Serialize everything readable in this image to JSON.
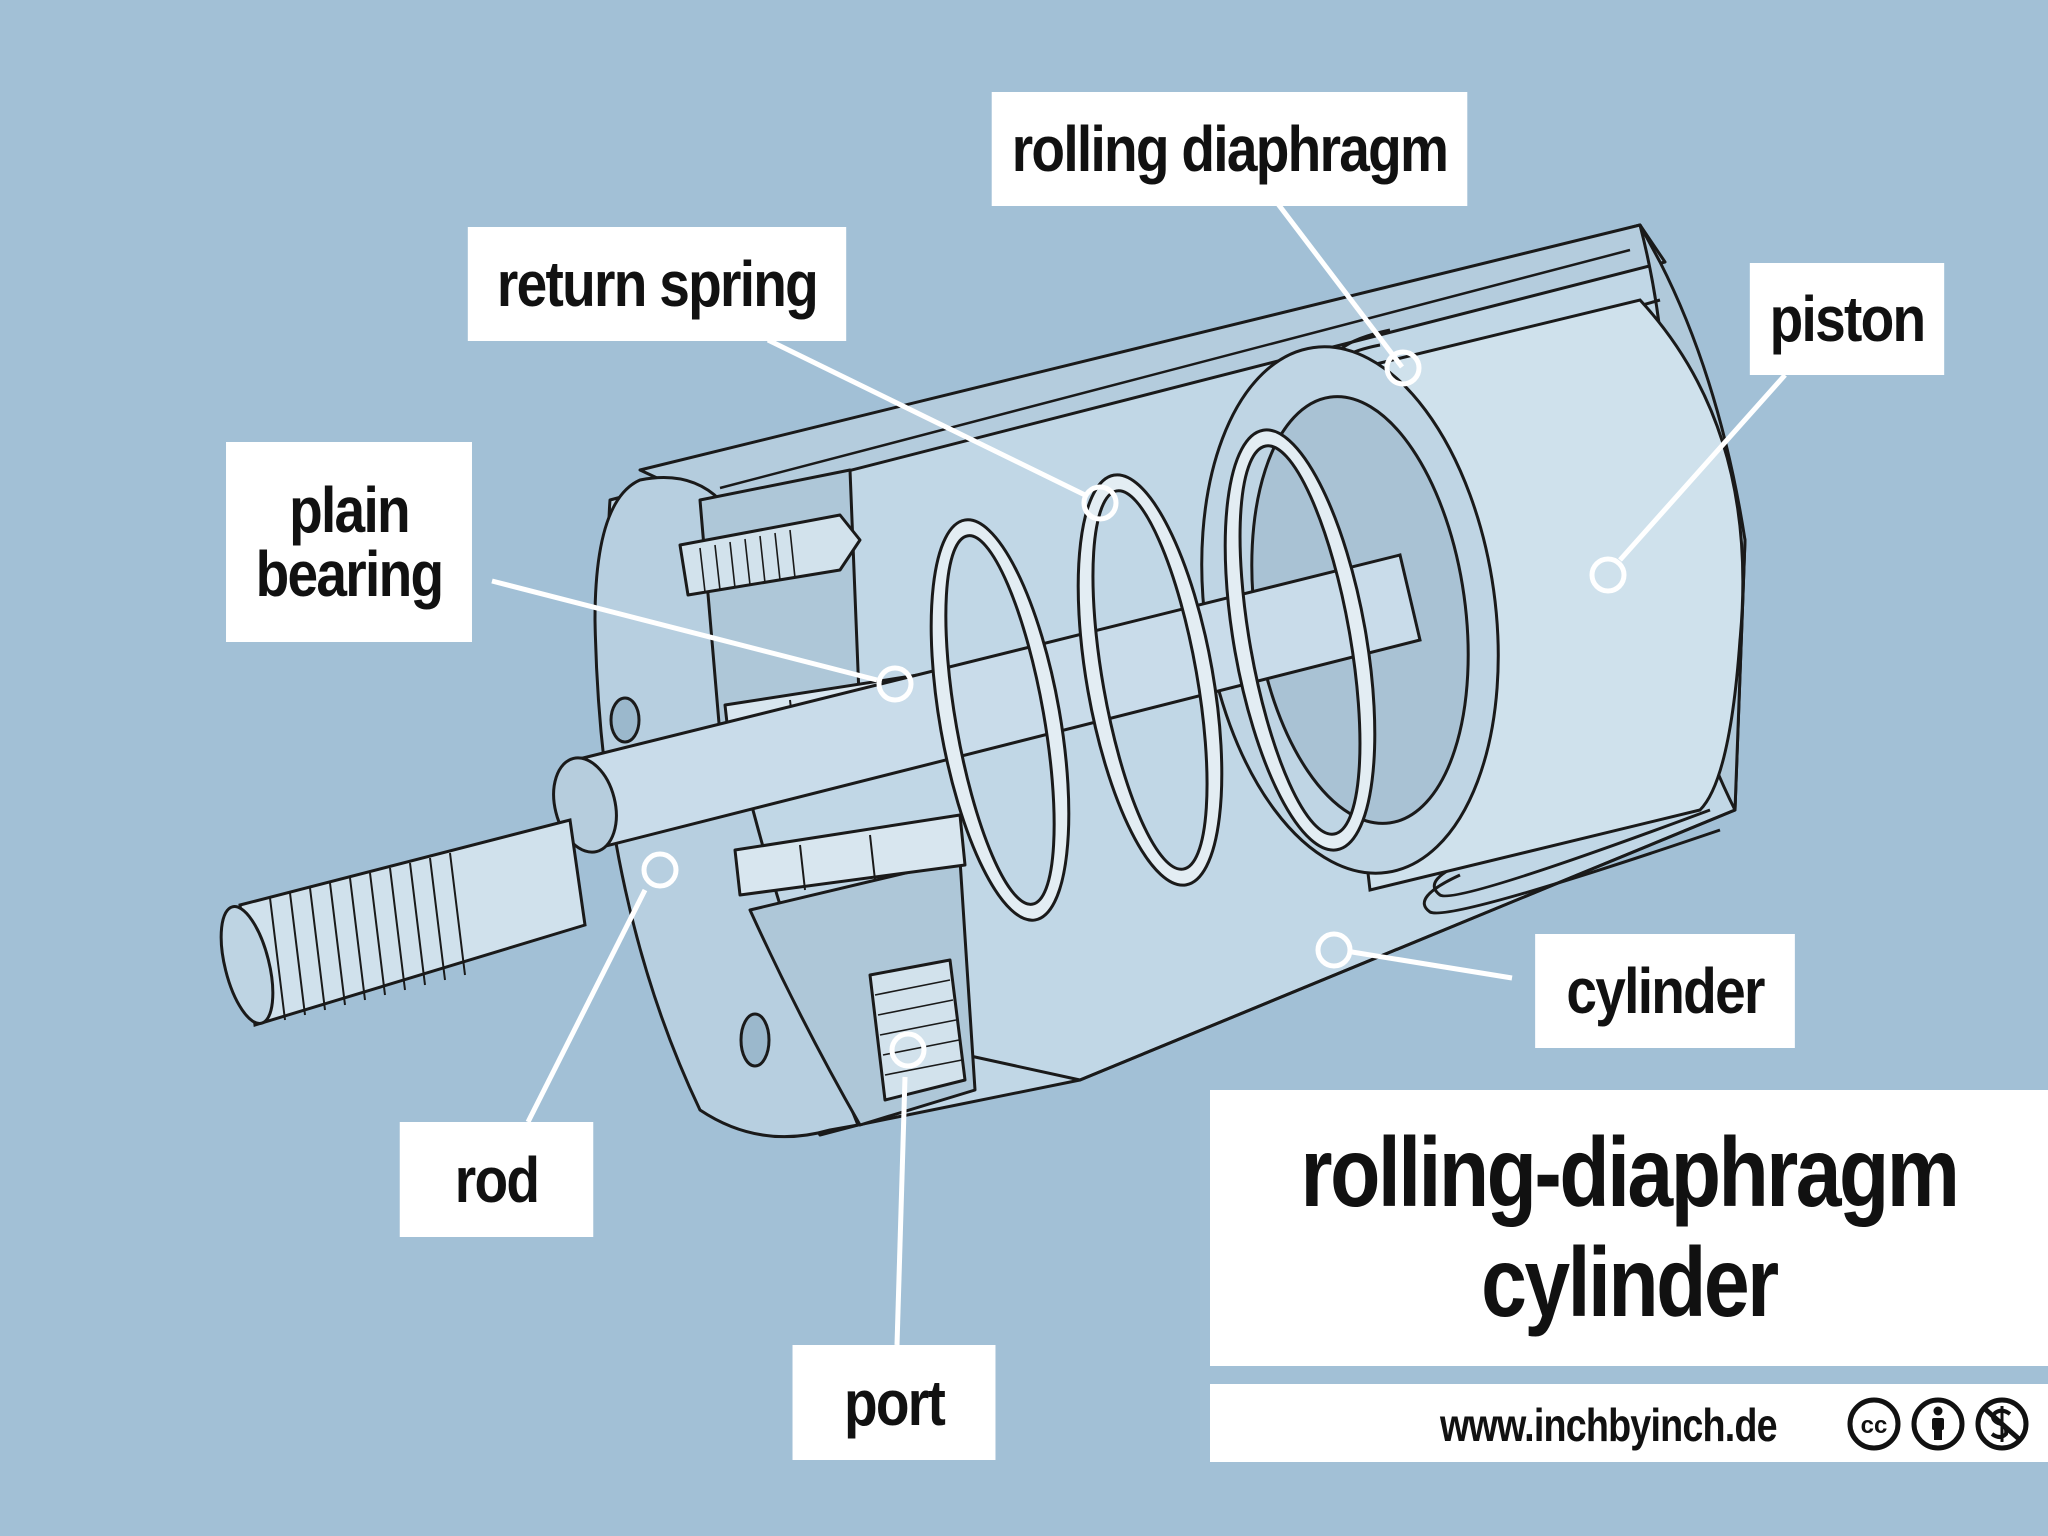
{
  "labels": {
    "rolling_diaphragm": "rolling diaphragm",
    "return_spring": "return spring",
    "piston": "piston",
    "plain_bearing_line1": "plain",
    "plain_bearing_line2": "bearing",
    "cylinder": "cylinder",
    "rod": "rod",
    "port": "port"
  },
  "title": {
    "line1": "rolling-diaphragm",
    "line2": "cylinder"
  },
  "footer": {
    "website": "www.inchbyinch.de",
    "license_icons": [
      "cc-icon",
      "by-attribution-icon",
      "non-commercial-icon"
    ],
    "license_cc_text": "cc"
  },
  "colors": {
    "background": "#a2c0d6",
    "metal": "#c7dce9",
    "ink": "#1a1a1a",
    "leader": "#ffffff"
  }
}
